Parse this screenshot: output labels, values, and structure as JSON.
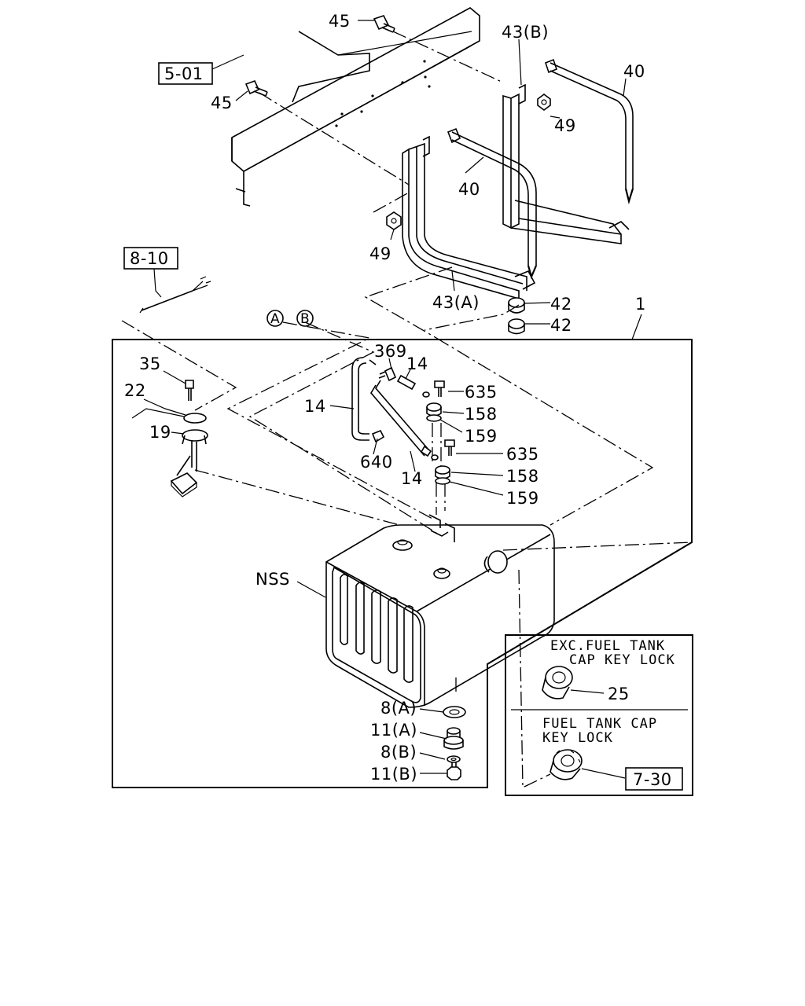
{
  "callouts": {
    "c45_top": "45",
    "c45_left": "45",
    "c43b": "43(B)",
    "c40_right": "40",
    "c49_top": "49",
    "c40_mid": "40",
    "c49_left": "49",
    "c43a": "43(A)",
    "c42_a": "42",
    "c42_b": "42",
    "c1": "1",
    "c369": "369",
    "c14_top": "14",
    "c14_left": "14",
    "c14_bottom": "14",
    "c640": "640",
    "c635_a": "635",
    "c158_a": "158",
    "c159_a": "159",
    "c635_b": "635",
    "c158_b": "158",
    "c159_b": "159",
    "c35": "35",
    "c22": "22",
    "c19": "19",
    "nss": "NSS",
    "c8a": "8(A)",
    "c11a": "11(A)",
    "c8b": "8(B)",
    "c11b": "11(B)",
    "c25": "25"
  },
  "markers": {
    "a": "A",
    "b": "B"
  },
  "references": {
    "r5_01": "5-01",
    "r8_10": "8-10",
    "r7_30": "7-30"
  },
  "notes": {
    "exc_line1": "EXC.FUEL TANK",
    "exc_line2": "CAP KEY LOCK",
    "key_line1": "FUEL TANK CAP",
    "key_line2": "KEY LOCK"
  }
}
